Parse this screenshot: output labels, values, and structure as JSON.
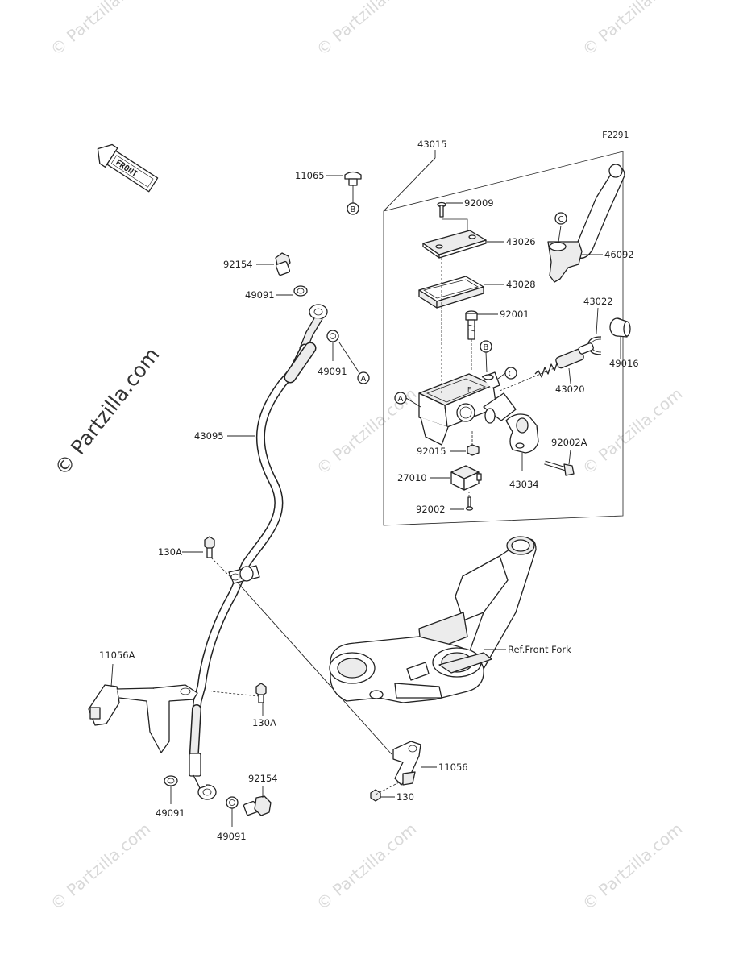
{
  "figure_code": "F2291",
  "front_label": "FRONT",
  "watermark_text": "© Partzilla.com",
  "ref_label": "Ref.Front Fork",
  "callouts": {
    "A": "A",
    "B": "B",
    "C": "C"
  },
  "part_labels": {
    "p43015": "43015",
    "p11065": "11065",
    "p92009": "92009",
    "p43026": "43026",
    "p46092": "46092",
    "p43028": "43028",
    "p92001": "92001",
    "p43022": "43022",
    "p49016": "49016",
    "p43020": "43020",
    "p92015": "92015",
    "p92002A": "92002A",
    "p27010": "27010",
    "p43034": "43034",
    "p92002": "92002",
    "p92154_top": "92154",
    "p49091_top1": "49091",
    "p49091_top2": "49091",
    "p43095": "43095",
    "p130A_1": "130A",
    "p130A_2": "130A",
    "p11056A": "11056A",
    "p11056": "11056",
    "p130": "130",
    "p92154_bot": "92154",
    "p49091_bot1": "49091",
    "p49091_bot2": "49091"
  },
  "colors": {
    "line": "#222222",
    "watermark": "#d9d9d9",
    "background": "#ffffff"
  }
}
